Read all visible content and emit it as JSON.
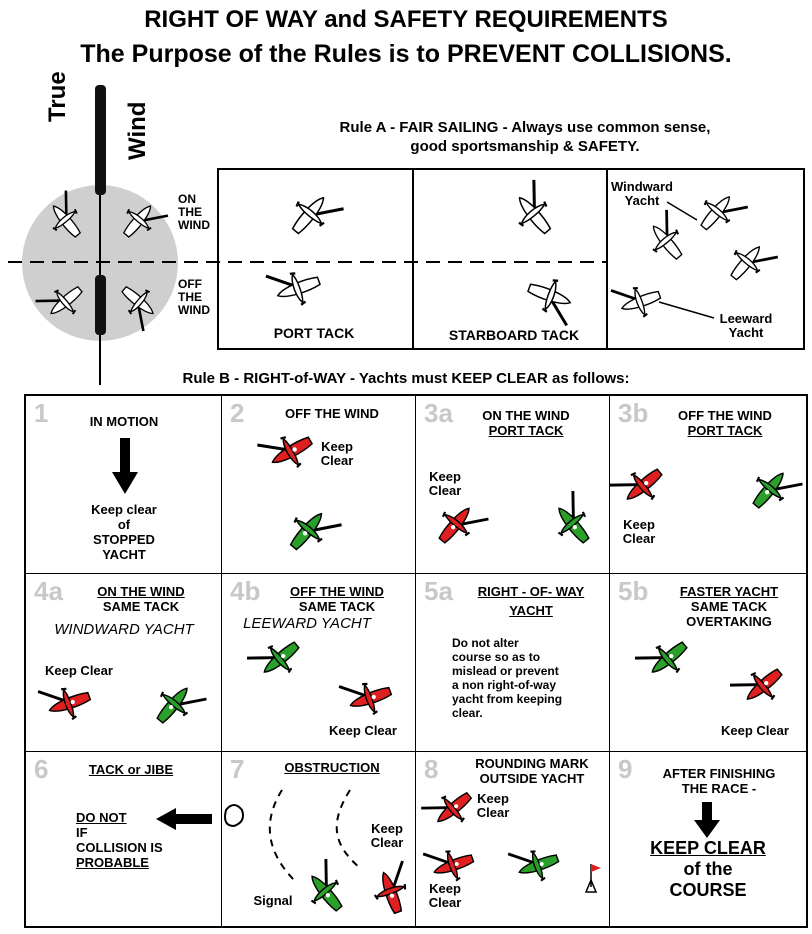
{
  "header": {
    "title_line1": "RIGHT OF WAY and SAFETY REQUIREMENTS",
    "title_line2": "The Purpose of the Rules is to PREVENT COLLISIONS."
  },
  "wind_diagram": {
    "label_left": "True",
    "label_right": "Wind",
    "on_the_wind": [
      "ON",
      "THE",
      "WIND"
    ],
    "off_the_wind": [
      "OFF",
      "THE",
      "WIND"
    ]
  },
  "rule_a": {
    "line1": "Rule A -  FAIR SAILING - Always use common sense,",
    "line2": "good sportsmanship & SAFETY.",
    "port_tack": "PORT TACK",
    "starboard_tack": "STARBOARD TACK",
    "windward_yacht": [
      "Windward",
      "Yacht"
    ],
    "leeward_yacht": [
      "Leeward",
      "Yacht"
    ]
  },
  "rule_b": {
    "heading": "Rule B - RIGHT-of-WAY - Yachts must KEEP CLEAR as follows:"
  },
  "cells": {
    "c1": {
      "num": "1",
      "title": "IN MOTION",
      "text": [
        "Keep clear",
        "of",
        "STOPPED",
        "YACHT"
      ]
    },
    "c2": {
      "num": "2",
      "title": "OFF THE WIND",
      "keep": [
        "Keep",
        "Clear"
      ]
    },
    "c3a": {
      "num": "3a",
      "title": [
        "ON THE WIND",
        "PORT TACK"
      ],
      "keep": [
        "Keep",
        "Clear"
      ]
    },
    "c3b": {
      "num": "3b",
      "title": [
        "OFF THE WIND",
        "PORT TACK"
      ],
      "keep": [
        "Keep",
        "Clear"
      ]
    },
    "c4a": {
      "num": "4a",
      "title": [
        "ON THE WIND",
        "SAME TACK"
      ],
      "sub": "WINDWARD YACHT",
      "keep": "Keep Clear"
    },
    "c4b": {
      "num": "4b",
      "title": [
        "OFF THE WIND",
        "SAME TACK"
      ],
      "sub": "LEEWARD YACHT",
      "keep": "Keep Clear"
    },
    "c5a": {
      "num": "5a",
      "title": [
        "RIGHT - OF- WAY",
        "YACHT"
      ],
      "text": [
        "Do not alter",
        "course so as to",
        "mislead or prevent",
        "a non right-of-way",
        "yacht from keeping",
        "clear."
      ]
    },
    "c5b": {
      "num": "5b",
      "title": [
        "FASTER YACHT",
        "SAME TACK",
        "OVERTAKING"
      ],
      "keep": "Keep Clear"
    },
    "c6": {
      "num": "6",
      "title": "TACK or JIBE",
      "text": [
        "DO NOT",
        "IF",
        "COLLISION IS",
        "PROBABLE"
      ]
    },
    "c7": {
      "num": "7",
      "title": "OBSTRUCTION",
      "keep": [
        "Keep",
        "Clear"
      ],
      "signal": "Signal"
    },
    "c8": {
      "num": "8",
      "title": [
        "ROUNDING MARK",
        "OUTSIDE YACHT"
      ],
      "keep1": [
        "Keep",
        "Clear"
      ],
      "keep2": [
        "Keep",
        "Clear"
      ]
    },
    "c9": {
      "num": "9",
      "title": [
        "AFTER FINISHING",
        "THE RACE -"
      ],
      "text": [
        "KEEP CLEAR",
        "of the",
        "COURSE"
      ]
    }
  },
  "colors": {
    "red": "#e02020",
    "green": "#2aa02a",
    "gray_circle": "#cfcfcf"
  }
}
